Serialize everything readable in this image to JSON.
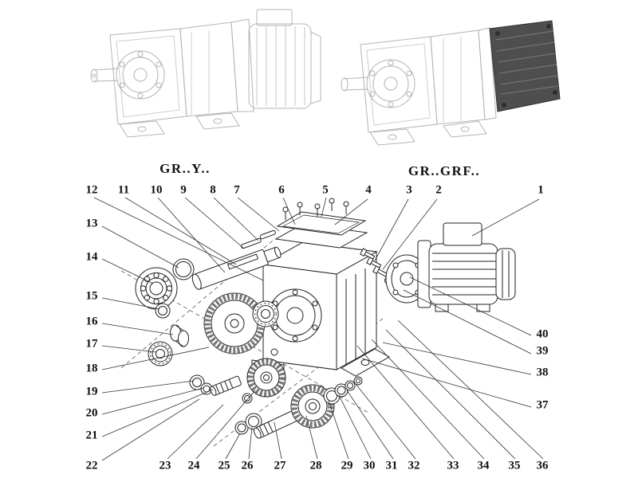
{
  "titles": {
    "left": "GR..Y..",
    "right": "GR..GRF.."
  },
  "callouts": {
    "n1": "1",
    "n2": "2",
    "n3": "3",
    "n4": "4",
    "n5": "5",
    "n6": "6",
    "n7": "7",
    "n8": "8",
    "n9": "9",
    "n10": "10",
    "n11": "11",
    "n12": "12",
    "n13": "13",
    "n14": "14",
    "n15": "15",
    "n16": "16",
    "n17": "17",
    "n18": "18",
    "n19": "19",
    "n20": "20",
    "n21": "21",
    "n22": "22",
    "n23": "23",
    "n24": "24",
    "n25": "25",
    "n26": "26",
    "n27": "27",
    "n28": "28",
    "n29": "29",
    "n30": "30",
    "n31": "31",
    "n32": "32",
    "n33": "33",
    "n34": "34",
    "n35": "35",
    "n36": "36",
    "n37": "37",
    "n38": "38",
    "n39": "39",
    "n40": "40"
  },
  "colors": {
    "line": "#222222",
    "faint_line": "#b5b5b5",
    "dark_motor_block": "#4e4e4e",
    "gear_band": "#777777",
    "background": "#ffffff"
  }
}
